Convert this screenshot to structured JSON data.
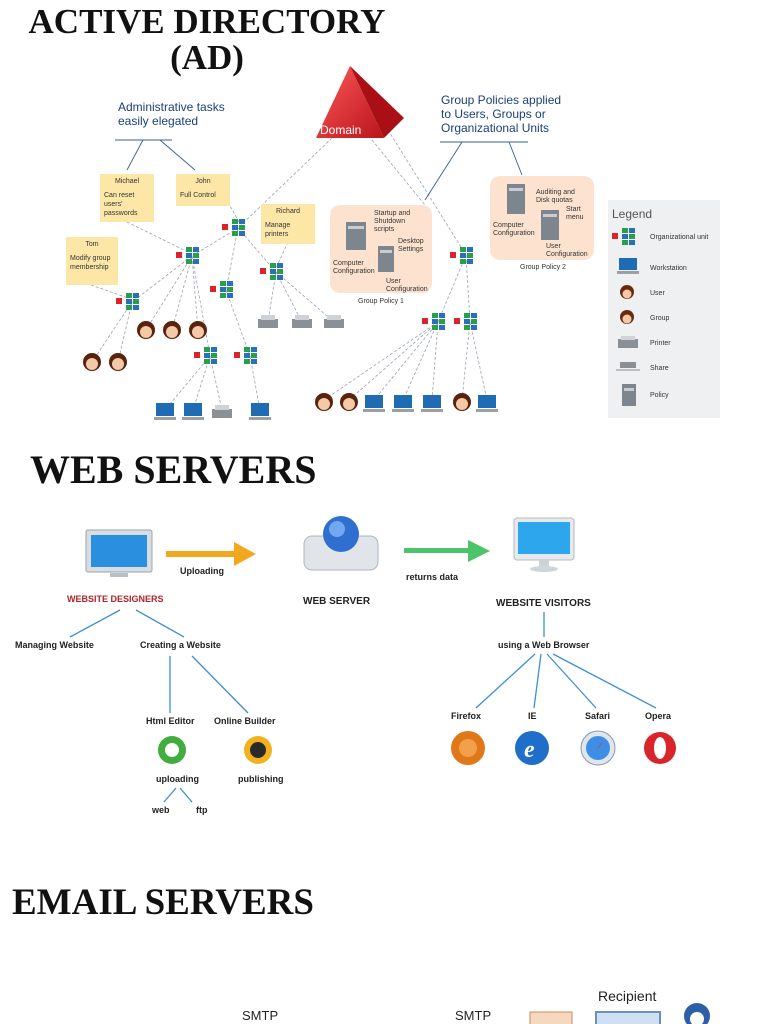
{
  "titles": {
    "ad": "ACTIVE DIRECTORY (AD)",
    "web": "WEB SERVERS",
    "email": "EMAIL SERVERS"
  },
  "ad": {
    "domain_label": "Domain",
    "admin_note": "Administrative tasks easily elegated",
    "gp_note": "Group Policies applied to Users, Groups or Organizational Units",
    "notes": [
      {
        "name": "Michael",
        "text": "Can reset users' passwords"
      },
      {
        "name": "John",
        "text": "Full Control"
      },
      {
        "name": "Richard",
        "text": "Manage printers"
      },
      {
        "name": "Tom",
        "text": "Modify group membership"
      }
    ],
    "policy1": {
      "name": "Group Policy 1",
      "items": [
        "Startup and Shutdown scripts",
        "Desktop Settings",
        "Computer Configuration",
        "User Configuration"
      ]
    },
    "policy2": {
      "name": "Group Policy 2",
      "items": [
        "Auditing and Disk quotas",
        "Start menu",
        "Computer Configuration",
        "User Configuration"
      ]
    },
    "legend": {
      "title": "Legend",
      "items": [
        "Organizational unit",
        "Workstation",
        "User",
        "Group",
        "Printer",
        "Share",
        "Policy"
      ]
    }
  },
  "web": {
    "designers": "WEBSITE DESIGNERS",
    "uploading_arrow": "Uploading",
    "server": "WEB SERVER",
    "returns": "returns data",
    "visitors": "WEBSITE VISITORS",
    "managing": "Managing Website",
    "creating": "Creating a Website",
    "html_editor": "Html Editor",
    "online_builder": "Online Builder",
    "uploading": "uploading",
    "publishing": "publishing",
    "web": "web",
    "ftp": "ftp",
    "browser": "using a Web Browser",
    "browsers": [
      "Firefox",
      "IE",
      "Safari",
      "Opera"
    ]
  },
  "email": {
    "smtp1": "SMTP",
    "smtp2": "SMTP",
    "recipient": "Recipient"
  },
  "colors": {
    "domain_red": "#e1262b",
    "ou_red": "#d8242a",
    "ou_green": "#28a04a",
    "ou_blue": "#2a6fb8",
    "note_bg": "#fde7a7",
    "policy_bg": "#fde2cf",
    "designers_red": "#b0232a",
    "arrow_orange": "#f2a81d",
    "arrow_green": "#4cc46a",
    "line_blue": "#3f8fd2"
  }
}
